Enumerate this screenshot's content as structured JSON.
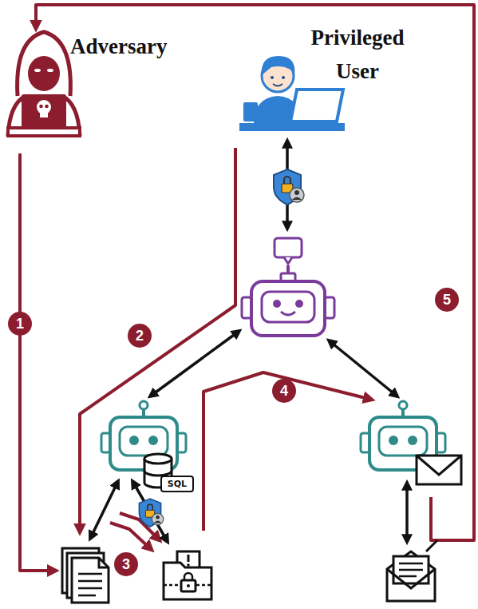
{
  "diagram": {
    "nodes": [
      {
        "text": [
          "Adversary"
        ]
      },
      {
        "text": [
          "Privileged User"
        ]
      },
      {
        "text": [
          "SQL"
        ]
      }
    ],
    "labels": [
      "1",
      "2",
      "3",
      "4",
      "5"
    ]
  }
}
